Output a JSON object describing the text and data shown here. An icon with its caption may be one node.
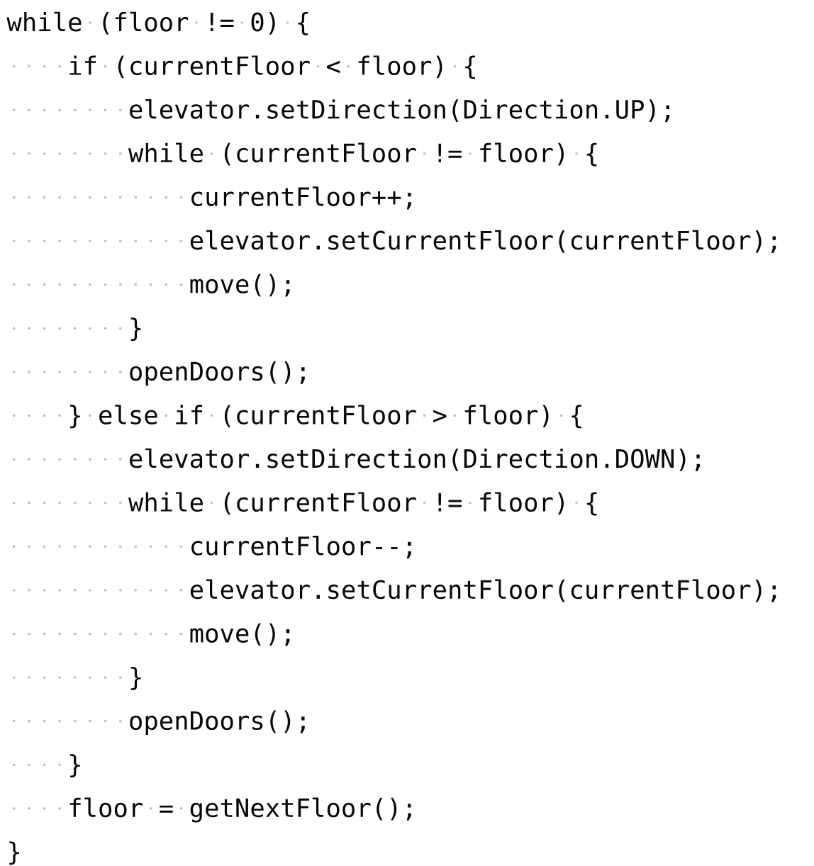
{
  "diagram": {
    "labels": [
      "while (floor != 0) {",
      "if (currentFloor < floor) {",
      "elevator.setDirection(Direction.UP);",
      "while (currentFloor != floor) {",
      "currentFloor++;",
      "elevator.setCurrentFloor(currentFloor);",
      "move();",
      "}",
      "openDoors();",
      "} else if (currentFloor > floor) {",
      "elevator.setDirection(Direction.DOWN);",
      "while (currentFloor != floor) {",
      "currentFloor--;",
      "elevator.setCurrentFloor(currentFloor);",
      "move();",
      "}",
      "openDoors();",
      "}",
      "floor = getNextFloor();",
      "}"
    ]
  }
}
